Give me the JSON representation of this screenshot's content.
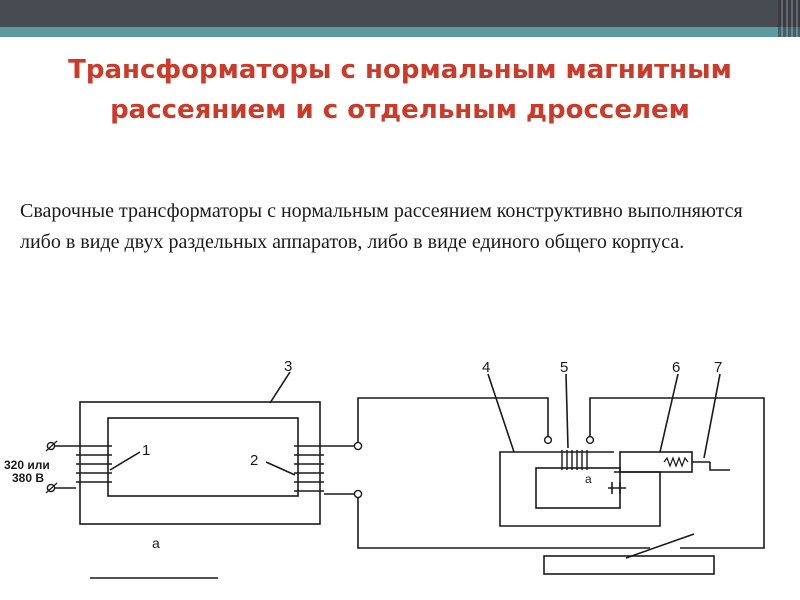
{
  "slide": {
    "title": "Трансформаторы с нормальным магнитным рассеянием и с отдельным дросселем",
    "body": "Сварочные трансформаторы с нормальным рассеянием конструктивно выполняются либо в виде двух раздельных аппаратов, либо в виде единого общего корпуса."
  },
  "diagram": {
    "labels": {
      "n1": "1",
      "n2": "2",
      "n3": "3",
      "n4": "4",
      "n5": "5",
      "n6": "6",
      "n7": "7",
      "a_main": "а",
      "a_gap": "а"
    },
    "voltage_line1": "320 или",
    "voltage_line2": "380 В"
  },
  "colors": {
    "title": "#cc3a2a",
    "header_band": "#474b52",
    "header_stripe": "#5d9aa0"
  }
}
